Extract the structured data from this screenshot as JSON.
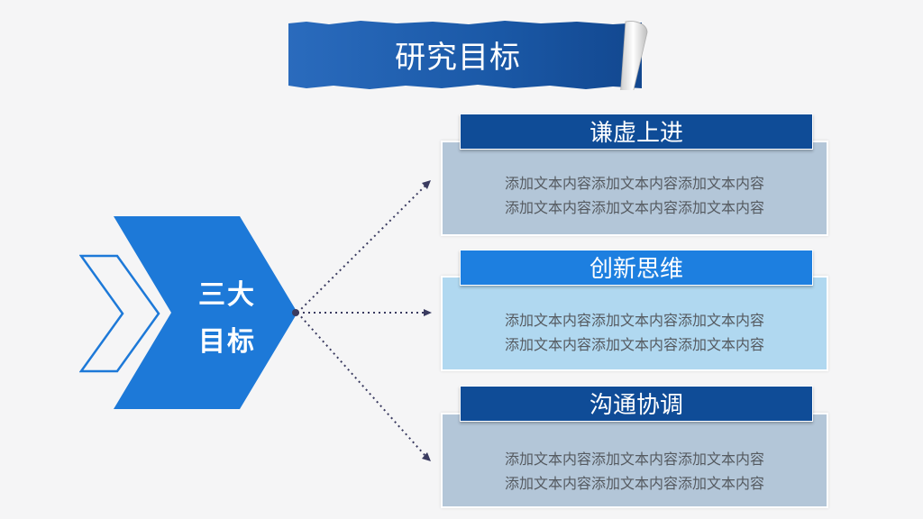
{
  "title": "研究目标",
  "center_label_line1": "三大",
  "center_label_line2": "目标",
  "goals": [
    {
      "heading": "谦虚上进",
      "line1": "添加文本内容添加文本内容添加文本内容",
      "line2": "添加文本内容添加文本内容添加文本内容"
    },
    {
      "heading": "创新思维",
      "line1": "添加文本内容添加文本内容添加文本内容",
      "line2": "添加文本内容添加文本内容添加文本内容"
    },
    {
      "heading": "沟通协调",
      "line1": "添加文本内容添加文本内容添加文本内容",
      "line2": "添加文本内容添加文本内容添加文本内容"
    }
  ],
  "colors": {
    "banner_blue": "#1f5fae",
    "arrow_blue": "#1d79d8",
    "card_gray_bg": "#b3c6d8",
    "card_light_bg": "#b0d8f0",
    "header_dark": "#0f4c97",
    "header_bright": "#1d7fe0",
    "connector": "#3a3b60"
  }
}
